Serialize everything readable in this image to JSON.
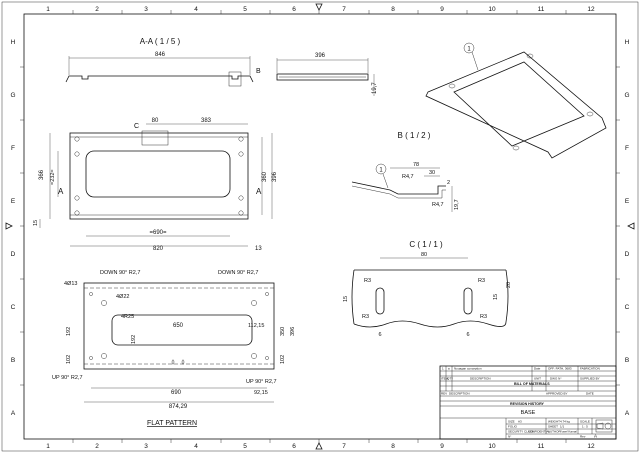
{
  "grid": {
    "columns": [
      "1",
      "2",
      "3",
      "4",
      "5",
      "6",
      "7",
      "8",
      "9",
      "10",
      "11",
      "12"
    ],
    "rows": [
      "A",
      "B",
      "C",
      "D",
      "E",
      "F",
      "G",
      "H"
    ]
  },
  "views": {
    "section_aa": {
      "title": "A-A ( 1 / 5 )",
      "width": "846",
      "detail_label": "B"
    },
    "side": {
      "width": "396",
      "height": "19,7"
    },
    "iso": {
      "balloon": "1"
    },
    "front": {
      "detail_label": "C",
      "dim_top_small": "80",
      "dim_top_right": "383",
      "dim_left_outer": "366",
      "dim_left_inner": "=232=",
      "dim_right_inner": "360",
      "dim_right_outer": "396",
      "dim_left_bottom": "15",
      "dim_bottom_inner": "=690=",
      "dim_bottom_outer": "820",
      "dim_bottom_right": "13",
      "section_mark": "A"
    },
    "detail_b": {
      "title": "B ( 1 / 2 )",
      "dim_78": "78",
      "dim_30": "30",
      "dim_2": "2",
      "r_top": "R4,7",
      "r_bottom": "R4,7",
      "height": "19,7",
      "balloon": "1"
    },
    "detail_c": {
      "title": "C ( 1 / 1 )",
      "dim_80": "80",
      "r_left_top": "R3",
      "r_left_bottom": "R3",
      "r_right_top": "R3",
      "r_right_bottom": "R3",
      "dim_15_left": "15",
      "dim_15_right": "15",
      "dim_20": "20",
      "dim_6_left": "6",
      "dim_6_right": "6"
    },
    "flat": {
      "title": "FLAT PATTERN",
      "bend_top_left": "DOWN 90° R2,7",
      "bend_top_right": "DOWN 90° R2,7",
      "bend_bottom_left": "UP 90° R2,7",
      "bend_bottom_right": "UP 90° R2,7",
      "hole_13": "4Ø13",
      "hole_22": "4Ø22",
      "r25": "4R25",
      "dim_650": "650",
      "dim_192_left": "192",
      "dim_192_mid": "192",
      "dim_102": "102",
      "dim_112": "112,15",
      "dim_350": "350",
      "dim_396": "396",
      "dim_102_right": "102",
      "dim_690": "690",
      "dim_92": "92,15",
      "dim_874": "874,29"
    }
  },
  "title_block": {
    "rev_row": [
      "1",
      "a",
      "Nouagan conception",
      "Date",
      "OFF: PATH, 3683",
      "FABRICATION"
    ],
    "bom_headers": [
      "ITEM",
      "QTY",
      "DESCRIPTION",
      "UNIT",
      "DWG N°",
      "SUPPLIED BY"
    ],
    "bom_title": "BILL OF MATERIALS",
    "rev_headers": [
      "REV",
      "DESCRIPTION",
      "APPROVED BY",
      "DATE"
    ],
    "rev_title": "REVISION HISTORY",
    "part_name": "BASE",
    "size_label": "SIZE",
    "size_value": "A3",
    "weight_label": "WEIGHT",
    "weight_value": "4.74 kg",
    "scale_label": "SCALE",
    "scale_value": "1 : 5",
    "folio_label": "FOLIO",
    "sheet_label": "SHEET",
    "sheet_value": "1/1",
    "security_label": "SECURITY CLASS",
    "security_value": "CONFIDENTIAL",
    "author_label": "AUTHOR",
    "author_value": "Yusef Kamal",
    "n_label": "N°",
    "rev_label": "Rev",
    "rev_value": "A"
  }
}
